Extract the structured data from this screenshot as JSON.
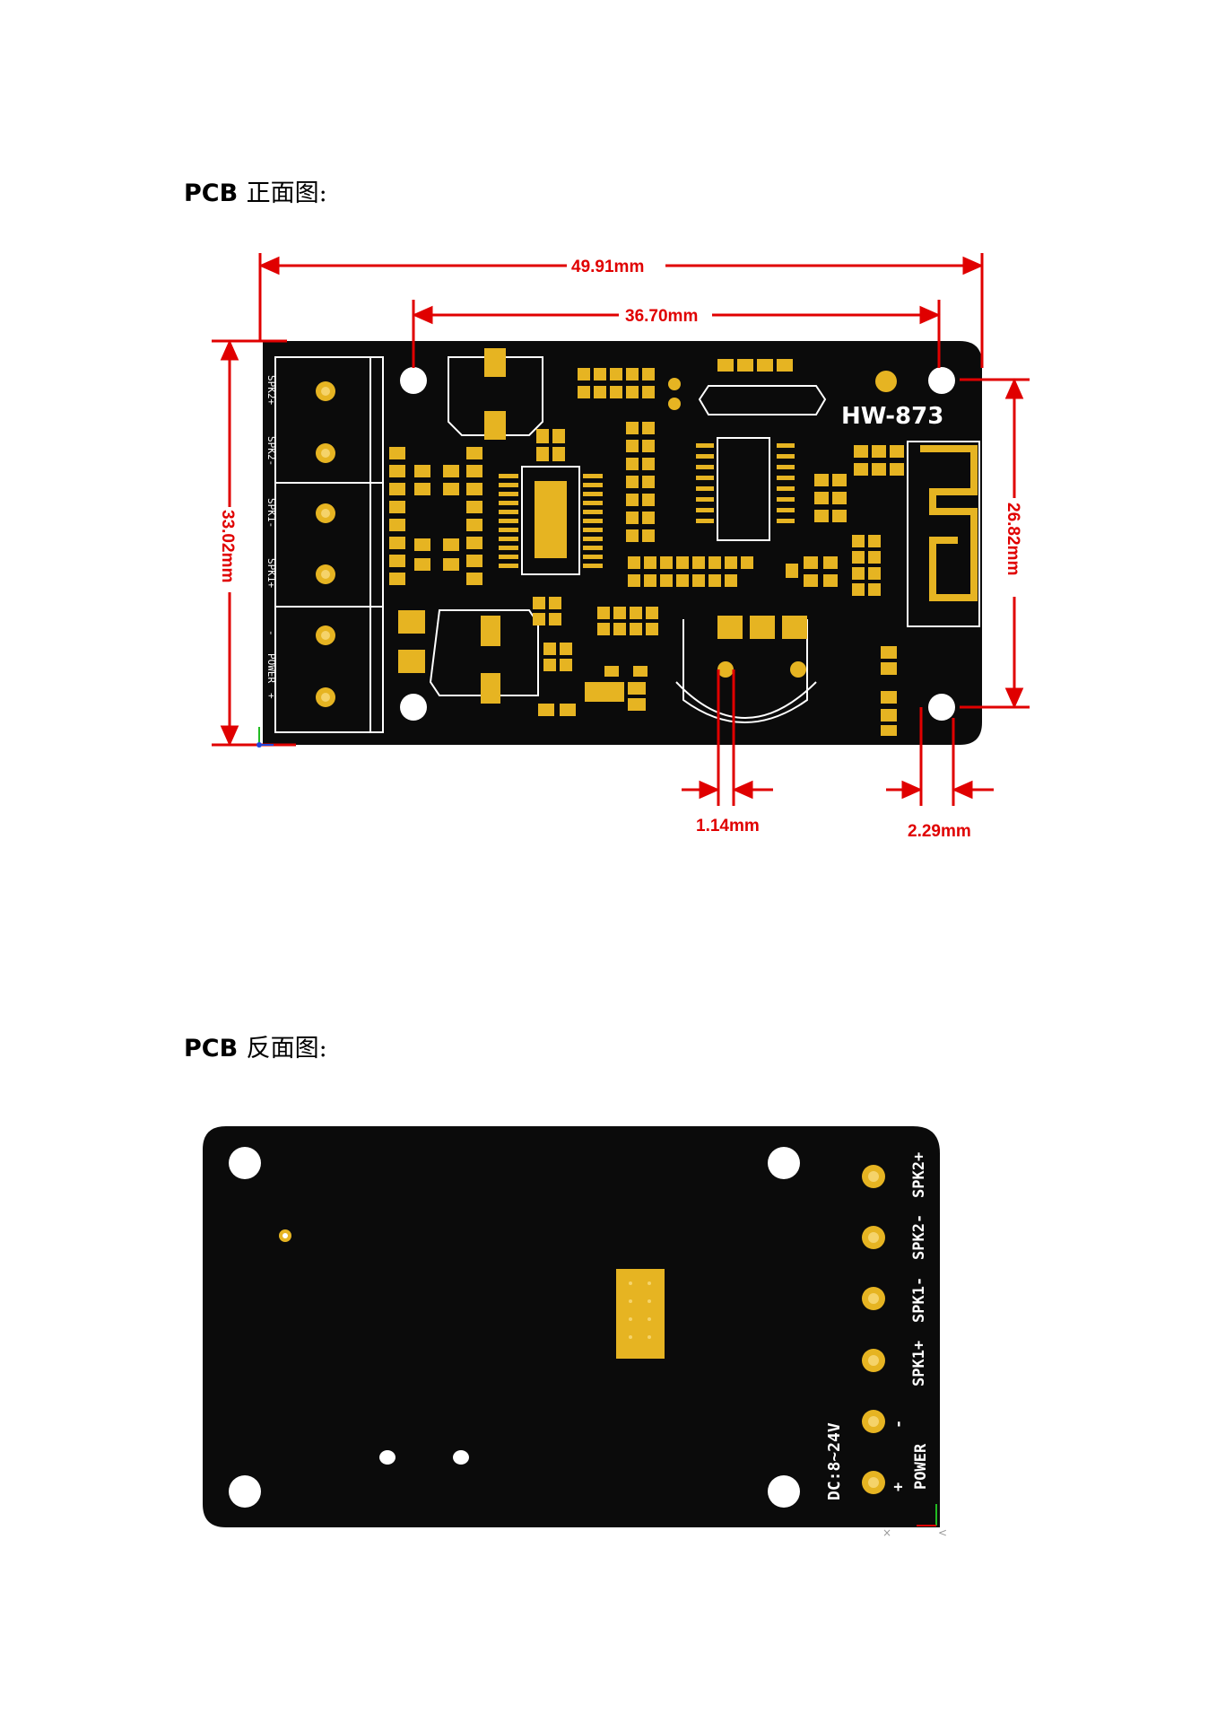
{
  "front": {
    "heading_prefix": "PCB",
    "heading_suffix": "正面图:",
    "board_label": "HW-873",
    "terminal_labels": [
      "SPK2+",
      "SPK2-",
      "SPK1-",
      "SPK1+",
      "-",
      "POWER",
      "+"
    ],
    "dimensions": {
      "overall_width": "49.91mm",
      "hole_spacing_x": "36.70mm",
      "overall_height": "33.02mm",
      "hole_spacing_y": "26.82mm",
      "pad_hole": "1.14mm",
      "mount_offset": "2.29mm"
    }
  },
  "back": {
    "heading_prefix": "PCB",
    "heading_suffix": "反面图:",
    "terminal_labels": [
      "SPK2+",
      "SPK2-",
      "SPK1-",
      "SPK1+",
      "-",
      "POWER",
      "+"
    ],
    "supply_label": "DC:8~24V"
  },
  "colors": {
    "board": "#0b0b0b",
    "pad": "#e6b422",
    "dimension": "#e00000",
    "silkscreen": "#ffffff"
  }
}
